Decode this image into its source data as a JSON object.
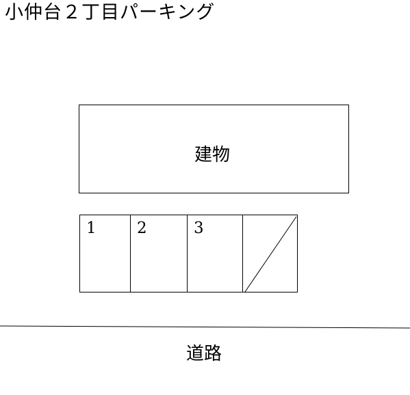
{
  "title": "小仲台２丁目パーキング",
  "building": {
    "label": "建物"
  },
  "parking_spaces": [
    {
      "number": "1",
      "available": true
    },
    {
      "number": "2",
      "available": true
    },
    {
      "number": "3",
      "available": true
    },
    {
      "number": "",
      "available": false
    }
  ],
  "road": {
    "label": "道路"
  }
}
